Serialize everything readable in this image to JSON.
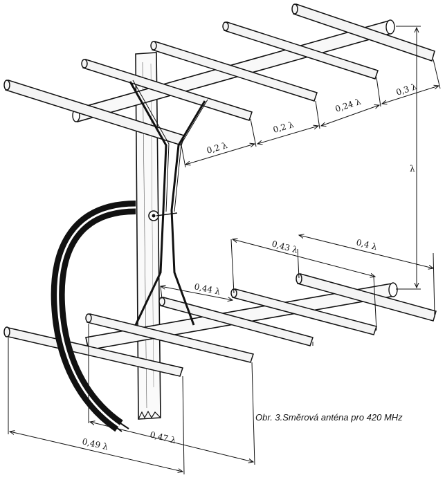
{
  "caption": "Obr. 3.Směrová anténa pro 420 MHz",
  "dimensions": {
    "upper_director_1": "0,2 λ",
    "upper_director_2": "0,2 λ",
    "upper_director_3": "0,24 λ",
    "upper_reflector": "0,3 λ",
    "stack_spacing": "λ",
    "lower_spacing_1": "0,43 λ",
    "lower_spacing_2": "0,4 λ",
    "lower_spacing_3": "0,44 λ",
    "lower_element_1": "0,47 λ",
    "lower_element_2": "0,49 λ"
  },
  "colors": {
    "ink": "#111111",
    "rod_fill": "#f4f4f4",
    "background": "#ffffff"
  }
}
